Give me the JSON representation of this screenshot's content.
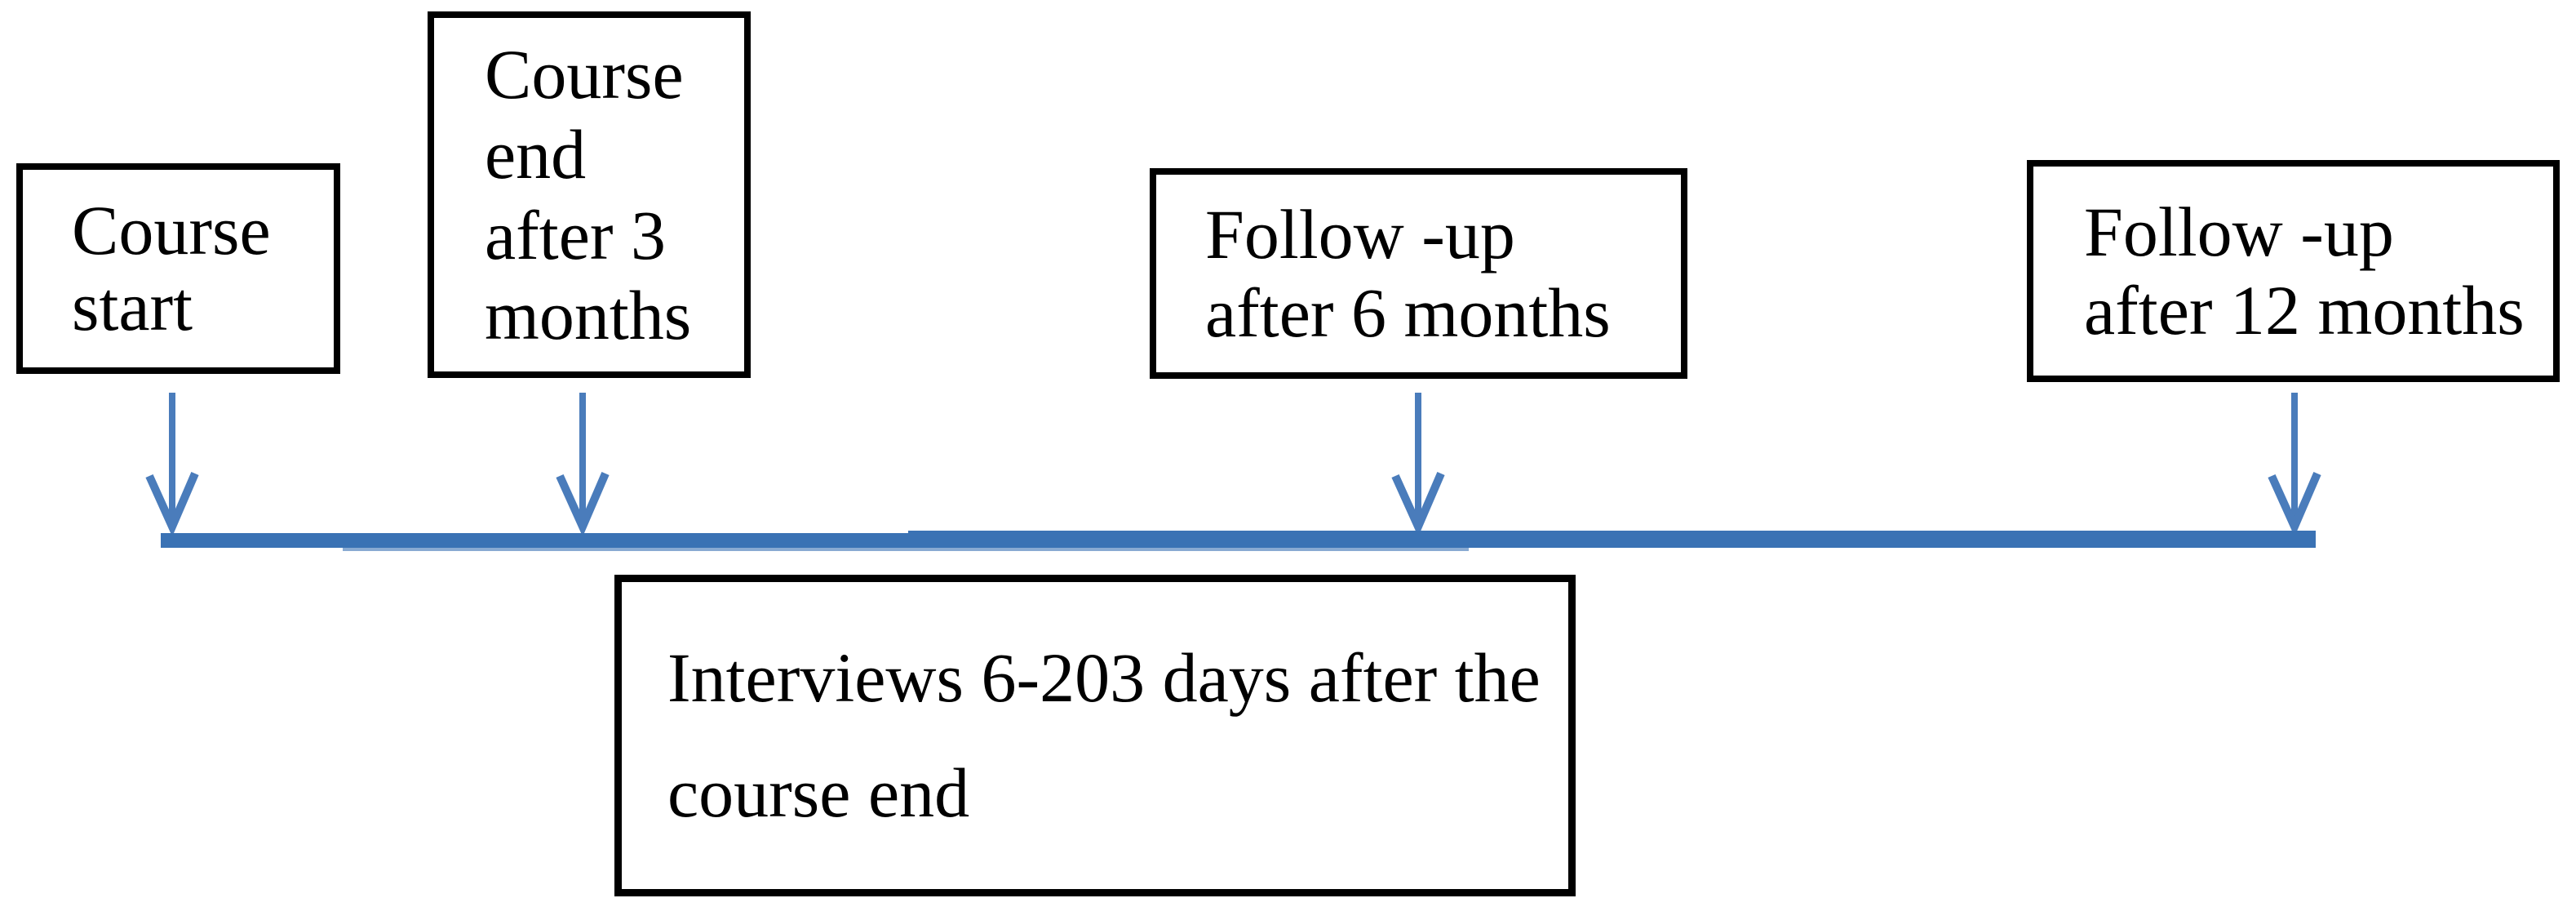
{
  "diagram": {
    "type": "timeline",
    "colors": {
      "ink": "#000000",
      "accent": "#4a7cbb",
      "bar": "#3a72b4",
      "bg": "#ffffff"
    },
    "milestones": [
      {
        "id": "course-start",
        "label": "Course\nstart"
      },
      {
        "id": "course-end",
        "label": "Course\nend\nafter 3\nmonths"
      },
      {
        "id": "follow-up-6",
        "label": "Follow -up\nafter 6 months"
      },
      {
        "id": "follow-up-12",
        "label": "Follow -up\nafter 12 months"
      }
    ],
    "annotation": {
      "id": "interviews",
      "label": "Interviews 6-203 days after the\ncourse end"
    }
  }
}
